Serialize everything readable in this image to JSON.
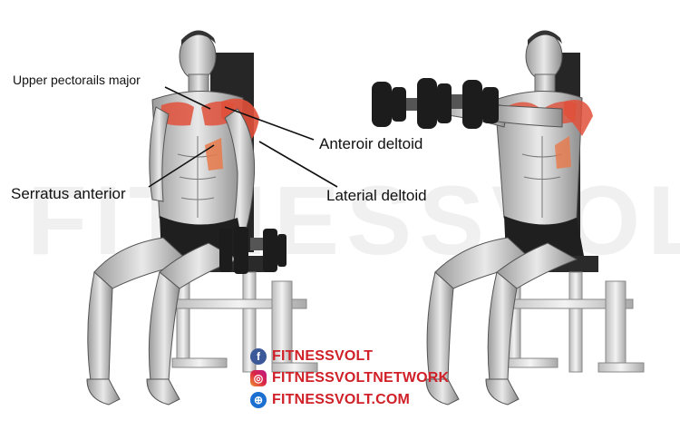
{
  "labels": {
    "upper_pectoralis": "Upper pectorails major",
    "serratus": "Serratus anterior",
    "anterior_deltoid": "Anteroir deltoid",
    "lateral_deltoid": "Laterial deltoid"
  },
  "watermark": "FITNESSVOLT",
  "social": {
    "facebook": "FITNESSVOLT",
    "instagram": "FITNESSVOLTNETWORK",
    "website": "FITNESSVOLT.COM"
  },
  "icons": {
    "facebook": "facebook-icon",
    "instagram": "instagram-icon",
    "website": "globe-icon"
  },
  "colors": {
    "muscle_highlight": "#e0503a",
    "brand_red": "#d02028",
    "bench": "#2a2a2a",
    "dumbbell": "#1c1c1c"
  }
}
